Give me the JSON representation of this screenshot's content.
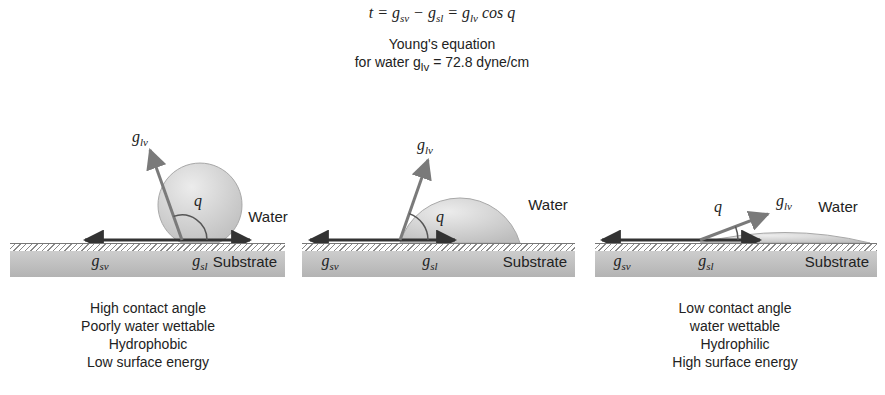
{
  "diagram": {
    "nodes": [
      {
        "text": [
          "Substrate"
        ]
      },
      {
        "text": [
          "Substrate"
        ]
      },
      {
        "text": [
          "Substrate"
        ]
      }
    ],
    "labels": [
      "t = gsv − gsl = glv cos q",
      "Young's equation",
      "for water glv = 72.8 dyne/cm",
      "glv",
      "q",
      "Water",
      "gsv",
      "gsl",
      "glv",
      "q",
      "Water",
      "gsv",
      "gsl",
      "q",
      "glv",
      "Water",
      "gsv",
      "gsl",
      "High contact angle",
      "Poorly water wettable",
      "Hydrophobic",
      "Low surface energy",
      "Low contact angle",
      "water wettable",
      "Hydrophilic",
      "High surface energy"
    ]
  }
}
